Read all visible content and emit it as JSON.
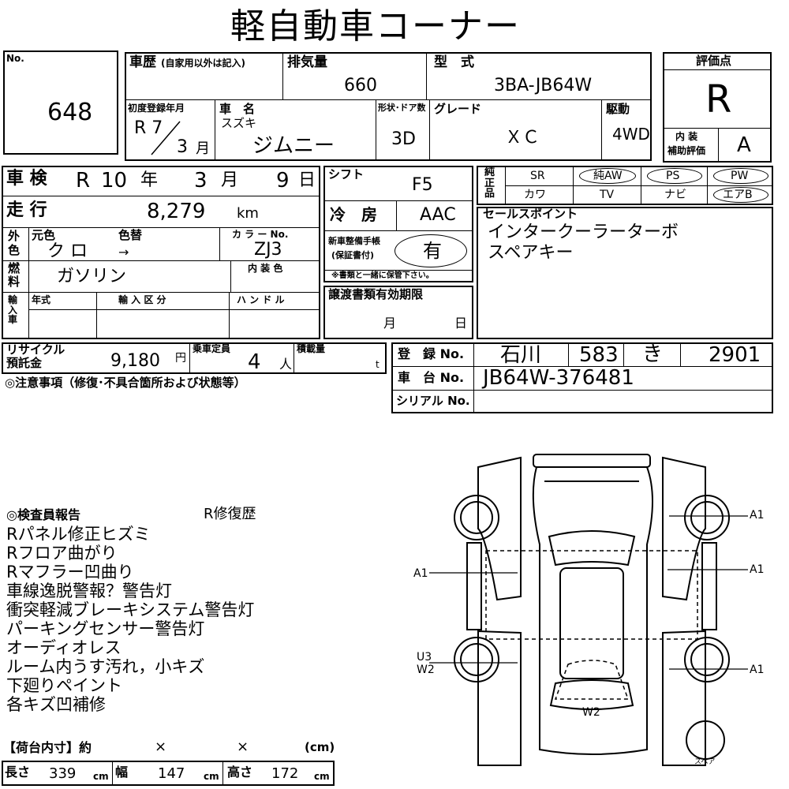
{
  "title": "軽自動車コーナー",
  "lot": {
    "label": "No.",
    "number": "648"
  },
  "history": {
    "label": "車歴",
    "note": "(自家用以外は記入)"
  },
  "displacement": {
    "label": "排気量",
    "value": "660"
  },
  "model": {
    "label": "型　式",
    "value": "3BA-JB64W"
  },
  "score": {
    "label": "評価点",
    "value": "R",
    "interior_label1": "内 装",
    "interior_label2": "補助評価",
    "interior_value": "A"
  },
  "first_reg": {
    "label": "初度登録年月",
    "era": "R 7",
    "month": "3",
    "month_unit": "月"
  },
  "car_name": {
    "label": "車　名",
    "maker": "スズキ",
    "name": "ジムニー"
  },
  "doors": {
    "label": "形状･ドア数",
    "value": "3D"
  },
  "grade": {
    "label": "グレード",
    "value": "ＸＣ"
  },
  "drive": {
    "label": "駆動",
    "value": "4WD"
  },
  "inspection": {
    "label": "車 検",
    "era": "R",
    "year": "10",
    "year_unit": "年",
    "month": "3",
    "month_unit": "月",
    "day": "9",
    "day_unit": "日"
  },
  "mileage": {
    "label": "走 行",
    "value": "8,279",
    "unit": "km"
  },
  "color": {
    "outer_label1": "外",
    "outer_label2": "色",
    "orig_label": "元色",
    "change_label": "色替",
    "orig_value": "ク ロ",
    "arrow": "→",
    "code_label": "カ ラ ー No.",
    "code_value": "ZJ3"
  },
  "fuel": {
    "label1": "燃",
    "label2": "料",
    "value": "ガソリン",
    "interior_color_label": "内 装 色"
  },
  "import": {
    "label": "輸入車",
    "year_label": "年式",
    "type_label": "輸 入 区 分",
    "handle_label": "ハ ン ド ル"
  },
  "shift": {
    "label": "シフト",
    "value": "F5"
  },
  "aircon": {
    "label": "冷　房",
    "value": "AAC"
  },
  "manual": {
    "label1": "新車整備手帳",
    "label2": "(保証書付)",
    "value": "有",
    "note": "※書類と一緒に保管下さい。"
  },
  "transfer": {
    "label": "譲渡書類有効期限",
    "month_unit": "月",
    "day_unit": "日"
  },
  "options": {
    "label": "純正品",
    "items": [
      "SR",
      "純AW",
      "PS",
      "PW",
      "カワ",
      "TV",
      "ナビ",
      "エアB"
    ]
  },
  "sales_point": {
    "label": "セールスポイント",
    "lines": [
      "インタークーラーターボ",
      "スペアキー"
    ]
  },
  "recycle": {
    "label1": "リサイクル",
    "label2": "預託金",
    "value": "9,180",
    "unit": "円"
  },
  "capacity": {
    "label": "乗車定員",
    "value": "4",
    "unit": "人"
  },
  "load": {
    "label": "積載量",
    "unit": "t"
  },
  "notes_label": "◎注意事項（修復･不具合箇所および状態等）",
  "registration": {
    "label": "登　録 No.",
    "region": "石川",
    "class": "583",
    "kana": "き",
    "number": "2901"
  },
  "chassis": {
    "label": "車　台 No.",
    "value": "JB64W-376481"
  },
  "serial": {
    "label": "シリアル No."
  },
  "inspector": {
    "label": "◎検査員報告",
    "repair": "R修復歴",
    "lines": [
      "Rパネル修正ヒズミ",
      "Rフロア曲がり",
      "Rマフラー凹曲り",
      "車線逸脱警報？警告灯",
      "衝突軽減ブレーキシステム警告灯",
      "パーキングセンサー警告灯",
      "オーディオレス",
      "ルーム内うす汚れ，小キズ",
      "下廻りペイント",
      "各キズ凹補修"
    ]
  },
  "cargo": {
    "label": "【荷台内寸】約",
    "x1": "×",
    "x2": "×",
    "unit_label": "(cm)",
    "len_label": "長さ",
    "len": "339",
    "wid_label": "幅",
    "wid": "147",
    "hei_label": "高さ",
    "hei": "172",
    "cm": "cm"
  },
  "diagram": {
    "a1_tr": "A1",
    "a1_mr": "A1",
    "a1_br": "A1",
    "a1_l": "A1",
    "u3": "U3",
    "w2_l": "W2",
    "w2_bottom": "W2",
    "spare": "スペア"
  }
}
